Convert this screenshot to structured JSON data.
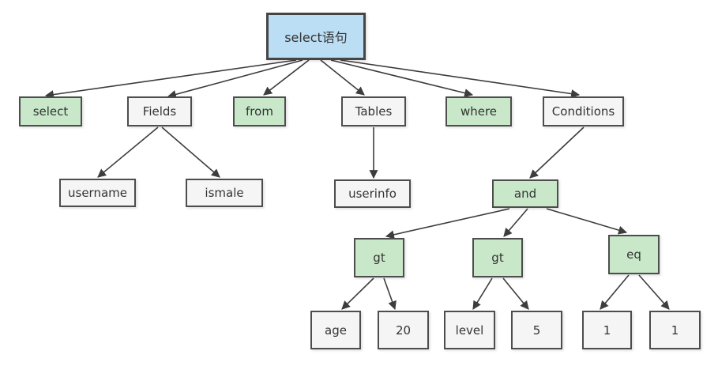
{
  "diagram": {
    "description": "select statement abstract syntax tree",
    "tree": {
      "label": "select语句",
      "children": [
        {
          "label": "select"
        },
        {
          "label": "Fields",
          "children": [
            {
              "label": "username"
            },
            {
              "label": "ismale"
            }
          ]
        },
        {
          "label": "from"
        },
        {
          "label": "Tables",
          "children": [
            {
              "label": "userinfo"
            }
          ]
        },
        {
          "label": "where"
        },
        {
          "label": "Conditions",
          "children": [
            {
              "label": "and",
              "children": [
                {
                  "label": "gt",
                  "children": [
                    {
                      "label": "age"
                    },
                    {
                      "label": "20"
                    }
                  ]
                },
                {
                  "label": "gt",
                  "children": [
                    {
                      "label": "level"
                    },
                    {
                      "label": "5"
                    }
                  ]
                },
                {
                  "label": "eq",
                  "children": [
                    {
                      "label": "1"
                    },
                    {
                      "label": "1"
                    }
                  ]
                }
              ]
            }
          ]
        }
      ]
    }
  },
  "nodes": {
    "root": {
      "label": "select语句",
      "kind": "root"
    },
    "select": {
      "label": "select",
      "kind": "keyword"
    },
    "fields": {
      "label": "Fields",
      "kind": "plain"
    },
    "from": {
      "label": "from",
      "kind": "keyword"
    },
    "tables": {
      "label": "Tables",
      "kind": "plain"
    },
    "where": {
      "label": "where",
      "kind": "keyword"
    },
    "conditions": {
      "label": "Conditions",
      "kind": "plain"
    },
    "username": {
      "label": "username",
      "kind": "plain"
    },
    "ismale": {
      "label": "ismale",
      "kind": "plain"
    },
    "userinfo": {
      "label": "userinfo",
      "kind": "plain"
    },
    "and": {
      "label": "and",
      "kind": "keyword"
    },
    "gt1": {
      "label": "gt",
      "kind": "keyword"
    },
    "gt2": {
      "label": "gt",
      "kind": "keyword"
    },
    "eq": {
      "label": "eq",
      "kind": "keyword"
    },
    "age": {
      "label": "age",
      "kind": "plain"
    },
    "n20": {
      "label": "20",
      "kind": "plain"
    },
    "level": {
      "label": "level",
      "kind": "plain"
    },
    "n5": {
      "label": "5",
      "kind": "plain"
    },
    "one1": {
      "label": "1",
      "kind": "plain"
    },
    "one2": {
      "label": "1",
      "kind": "plain"
    }
  },
  "edges": [
    {
      "from": "root",
      "to": "select"
    },
    {
      "from": "root",
      "to": "fields"
    },
    {
      "from": "root",
      "to": "from"
    },
    {
      "from": "root",
      "to": "tables"
    },
    {
      "from": "root",
      "to": "where"
    },
    {
      "from": "root",
      "to": "conditions"
    },
    {
      "from": "fields",
      "to": "username"
    },
    {
      "from": "fields",
      "to": "ismale"
    },
    {
      "from": "tables",
      "to": "userinfo"
    },
    {
      "from": "conditions",
      "to": "and"
    },
    {
      "from": "and",
      "to": "gt1"
    },
    {
      "from": "and",
      "to": "gt2"
    },
    {
      "from": "and",
      "to": "eq"
    },
    {
      "from": "gt1",
      "to": "age"
    },
    {
      "from": "gt1",
      "to": "n20"
    },
    {
      "from": "gt2",
      "to": "level"
    },
    {
      "from": "gt2",
      "to": "n5"
    },
    {
      "from": "eq",
      "to": "one1"
    },
    {
      "from": "eq",
      "to": "one2"
    }
  ],
  "colors": {
    "root_fill": "#bcdef4",
    "root_border": "#454545",
    "keyword_fill": "#c9e8ca",
    "plain_fill": "#f5f5f5",
    "border": "#4d4d4d",
    "arrow": "#3d3d3d",
    "text": "#333333",
    "background": "#ffffff"
  }
}
